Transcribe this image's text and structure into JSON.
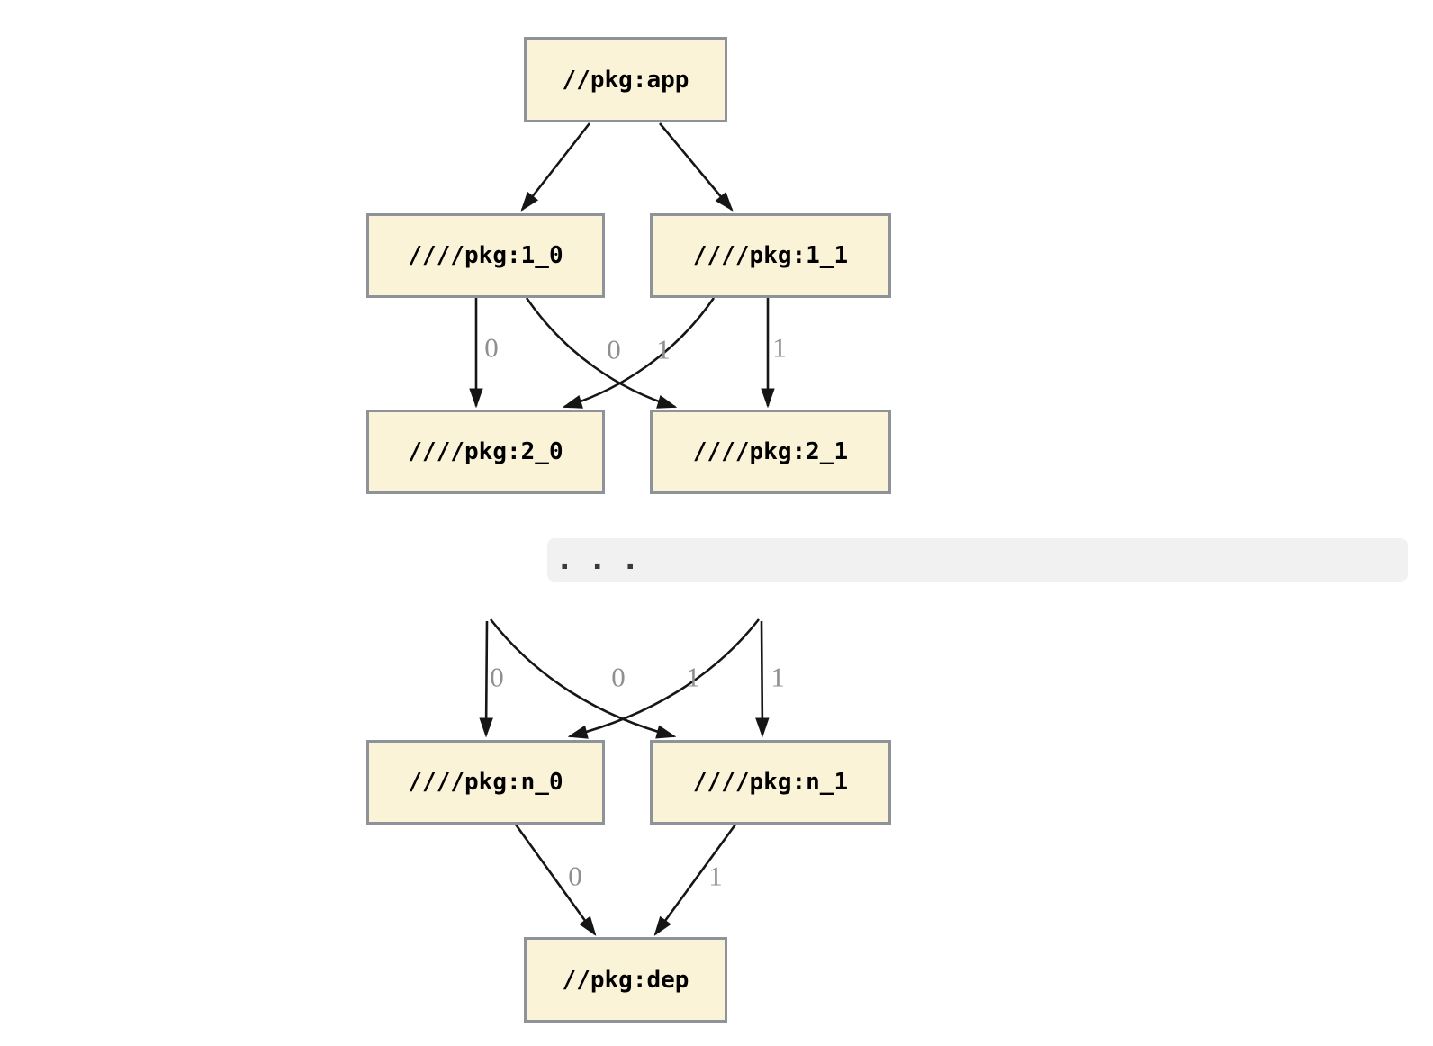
{
  "diagram": {
    "type": "dependency-graph",
    "description": "Build target dependency graph from //pkg:app through layered ////pkg targets down to //pkg:dep"
  },
  "nodes": {
    "app": {
      "label": "//pkg:app"
    },
    "l1_0": {
      "label": "////pkg:1_0"
    },
    "l1_1": {
      "label": "////pkg:1_1"
    },
    "l2_0": {
      "label": "////pkg:2_0"
    },
    "l2_1": {
      "label": "////pkg:2_1"
    },
    "ln_0": {
      "label": "////pkg:n_0"
    },
    "ln_1": {
      "label": "////pkg:n_1"
    },
    "dep": {
      "label": "//pkg:dep"
    }
  },
  "ellipsis": {
    "label": "..."
  },
  "edge_labels": {
    "l1_0_to_l2_0": "0",
    "l1_1_to_l2_0": "0",
    "l1_0_to_l2_1": "1",
    "l1_1_to_l2_1": "1",
    "mid_to_ln_0_straight": "0",
    "mid_to_ln_0_cross": "0",
    "mid_to_ln_1_cross": "1",
    "mid_to_ln_1_straight": "1",
    "ln_0_to_dep": "0",
    "ln_1_to_dep": "1"
  },
  "colors": {
    "node_fill": "#fbf3d7",
    "node_border": "#8d9398",
    "edge": "#161616",
    "edge_label": "#8f8f8f",
    "band_background": "#f1f1f1",
    "band_text": "#3a3a3a"
  }
}
